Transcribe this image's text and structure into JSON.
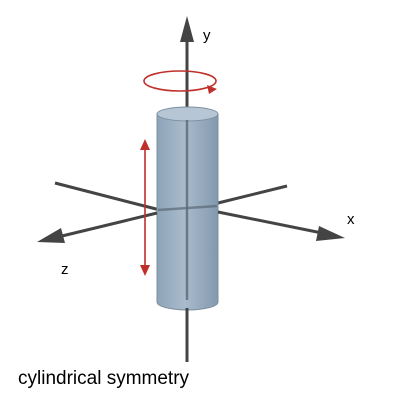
{
  "labels": {
    "y_axis": "y",
    "x_axis": "x",
    "z_axis": "z"
  },
  "caption": "cylindrical symmetry",
  "colors": {
    "axis": "#444444",
    "cylinder_fill": "#9fb3c6",
    "cylinder_stroke": "#7d8fa0",
    "arrow_red": "#c0302b",
    "text": "#000000"
  },
  "icons": {
    "rotation": "rotation-arrow-icon",
    "translation": "double-headed-arrow-icon"
  }
}
